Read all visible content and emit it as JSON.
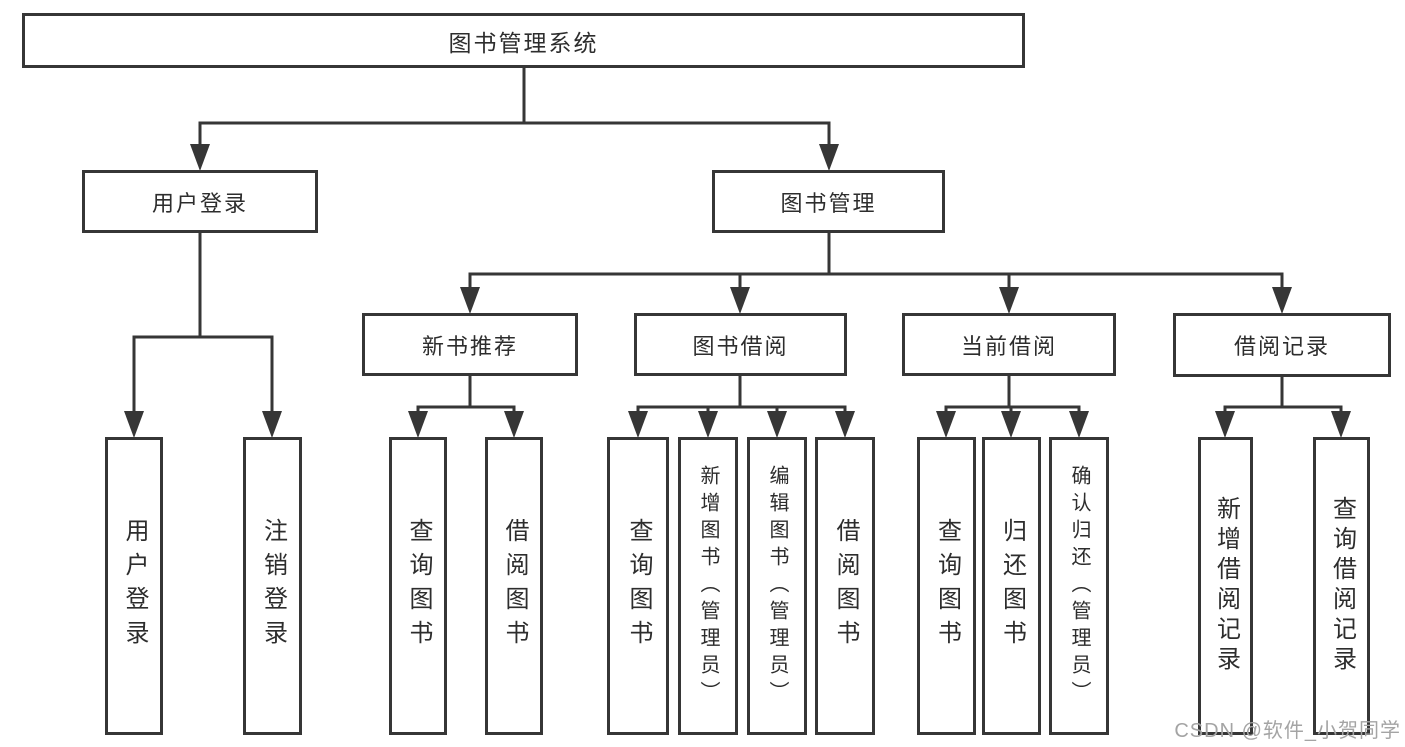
{
  "diagram": {
    "root": {
      "label": "图书管理系统"
    },
    "branches": [
      {
        "label": "用户登录",
        "children": [
          {
            "label": "用户登录"
          },
          {
            "label": "注销登录"
          }
        ]
      },
      {
        "label": "图书管理",
        "children": [
          {
            "label": "新书推荐",
            "children": [
              {
                "label": "查询图书"
              },
              {
                "label": "借阅图书"
              }
            ]
          },
          {
            "label": "图书借阅",
            "children": [
              {
                "label": "查询图书"
              },
              {
                "label": "新增图书（管理员）"
              },
              {
                "label": "编辑图书（管理员）"
              },
              {
                "label": "借阅图书"
              }
            ]
          },
          {
            "label": "当前借阅",
            "children": [
              {
                "label": "查询图书"
              },
              {
                "label": "归还图书"
              },
              {
                "label": "确认归还（管理员）"
              }
            ]
          },
          {
            "label": "借阅记录",
            "children": [
              {
                "label": "新增借阅记录"
              },
              {
                "label": "查询借阅记录"
              }
            ]
          }
        ]
      }
    ]
  },
  "watermark": {
    "text": "CSDN @软件_小贺同学"
  },
  "colors": {
    "line": "#363636",
    "text": "#2d2d2d",
    "watermark": "#a4a4a4",
    "background": "#ffffff"
  }
}
